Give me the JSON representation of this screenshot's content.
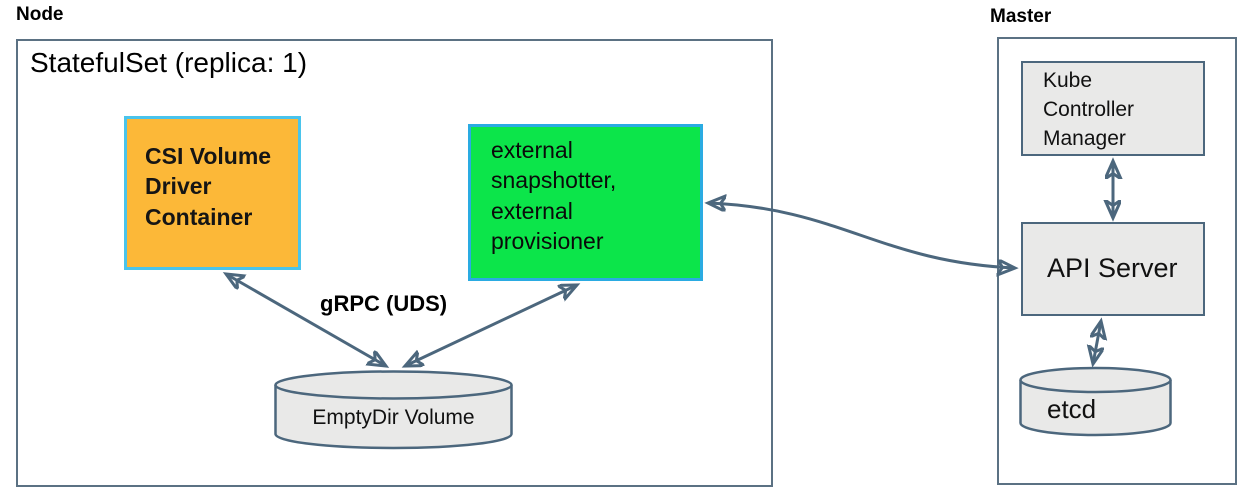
{
  "diagram": {
    "title_implied": "CSI external snapshotter / provisioner deployment diagram",
    "node_group": {
      "label": "Node",
      "statefulset_label": "StatefulSet (replica: 1)",
      "csi_driver": {
        "label": "CSI Volume\nDriver\nContainer",
        "fill": "#fcb838",
        "border": "#4ac4ec"
      },
      "sidecars": {
        "label": "external\nsnapshotter,\nexternal\nprovisioner",
        "fill": "#0ce54a",
        "border": "#2aabe2"
      },
      "emptydir": {
        "label": "EmptyDir Volume",
        "fill": "#e9e9e8"
      },
      "grpc_label": "gRPC (UDS)"
    },
    "master_group": {
      "label": "Master",
      "kube_controller_manager": {
        "label": "Kube\nController\nManager",
        "fill": "#e9e9e8"
      },
      "api_server": {
        "label": "API Server",
        "fill": "#e9e9e8"
      },
      "etcd": {
        "label": "etcd",
        "fill": "#e9e9e8"
      }
    },
    "edges": [
      {
        "from": "csi-volume-driver-container",
        "to": "emptydir-volume",
        "bidirectional": true,
        "label": "gRPC (UDS)"
      },
      {
        "from": "external-snapshotter-provisioner",
        "to": "emptydir-volume",
        "bidirectional": true,
        "label": "gRPC (UDS)"
      },
      {
        "from": "external-snapshotter-provisioner",
        "to": "api-server",
        "bidirectional": true,
        "label": ""
      },
      {
        "from": "kube-controller-manager",
        "to": "api-server",
        "bidirectional": true,
        "label": ""
      },
      {
        "from": "api-server",
        "to": "etcd",
        "bidirectional": true,
        "label": ""
      }
    ],
    "colors": {
      "arrow_stroke": "#4c677d",
      "group_border": "#5b7183",
      "background": "#ffffff"
    }
  }
}
